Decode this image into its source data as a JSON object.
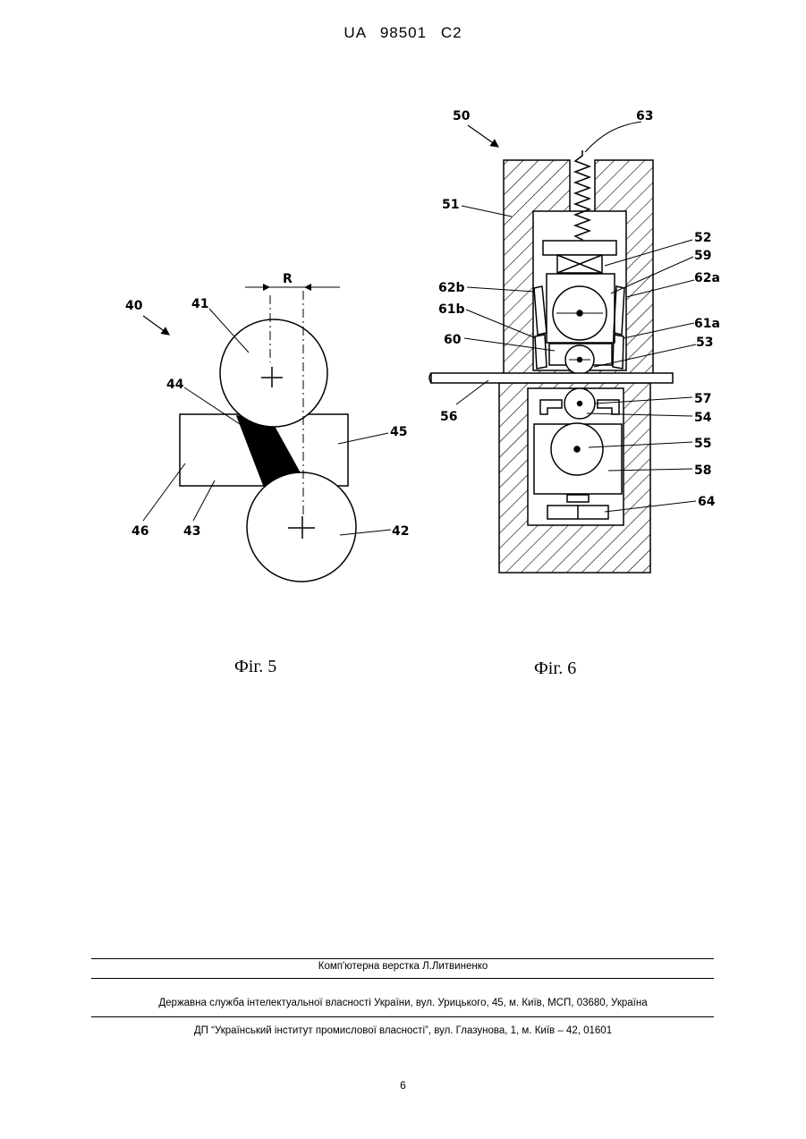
{
  "header": {
    "patent_number": "UA   98501   C2"
  },
  "figures": {
    "fig5": {
      "caption": "Фіг. 5",
      "labels": {
        "l40": "40",
        "l41": "41",
        "l42": "42",
        "l43": "43",
        "l44": "44",
        "l45": "45",
        "l46": "46",
        "R": "R"
      }
    },
    "fig6": {
      "caption": "Фіг. 6",
      "labels": {
        "l50": "50",
        "l51": "51",
        "l52": "52",
        "l53": "53",
        "l54": "54",
        "l55": "55",
        "l56": "56",
        "l57": "57",
        "l58": "58",
        "l59": "59",
        "l60": "60",
        "l61a": "61a",
        "l61b": "61b",
        "l62a": "62a",
        "l62b": "62b",
        "l63": "63",
        "l64": "64"
      }
    }
  },
  "footer": {
    "layout": "Комп'ютерна верстка Л.Литвиненко",
    "agency": "Державна служба інтелектуальної власності України, вул. Урицького, 45, м. Київ, МСП, 03680, Україна",
    "institute": "ДП “Український інститут промислової власності”, вул. Глазунова, 1, м. Київ – 42, 01601",
    "page_number": "6"
  }
}
